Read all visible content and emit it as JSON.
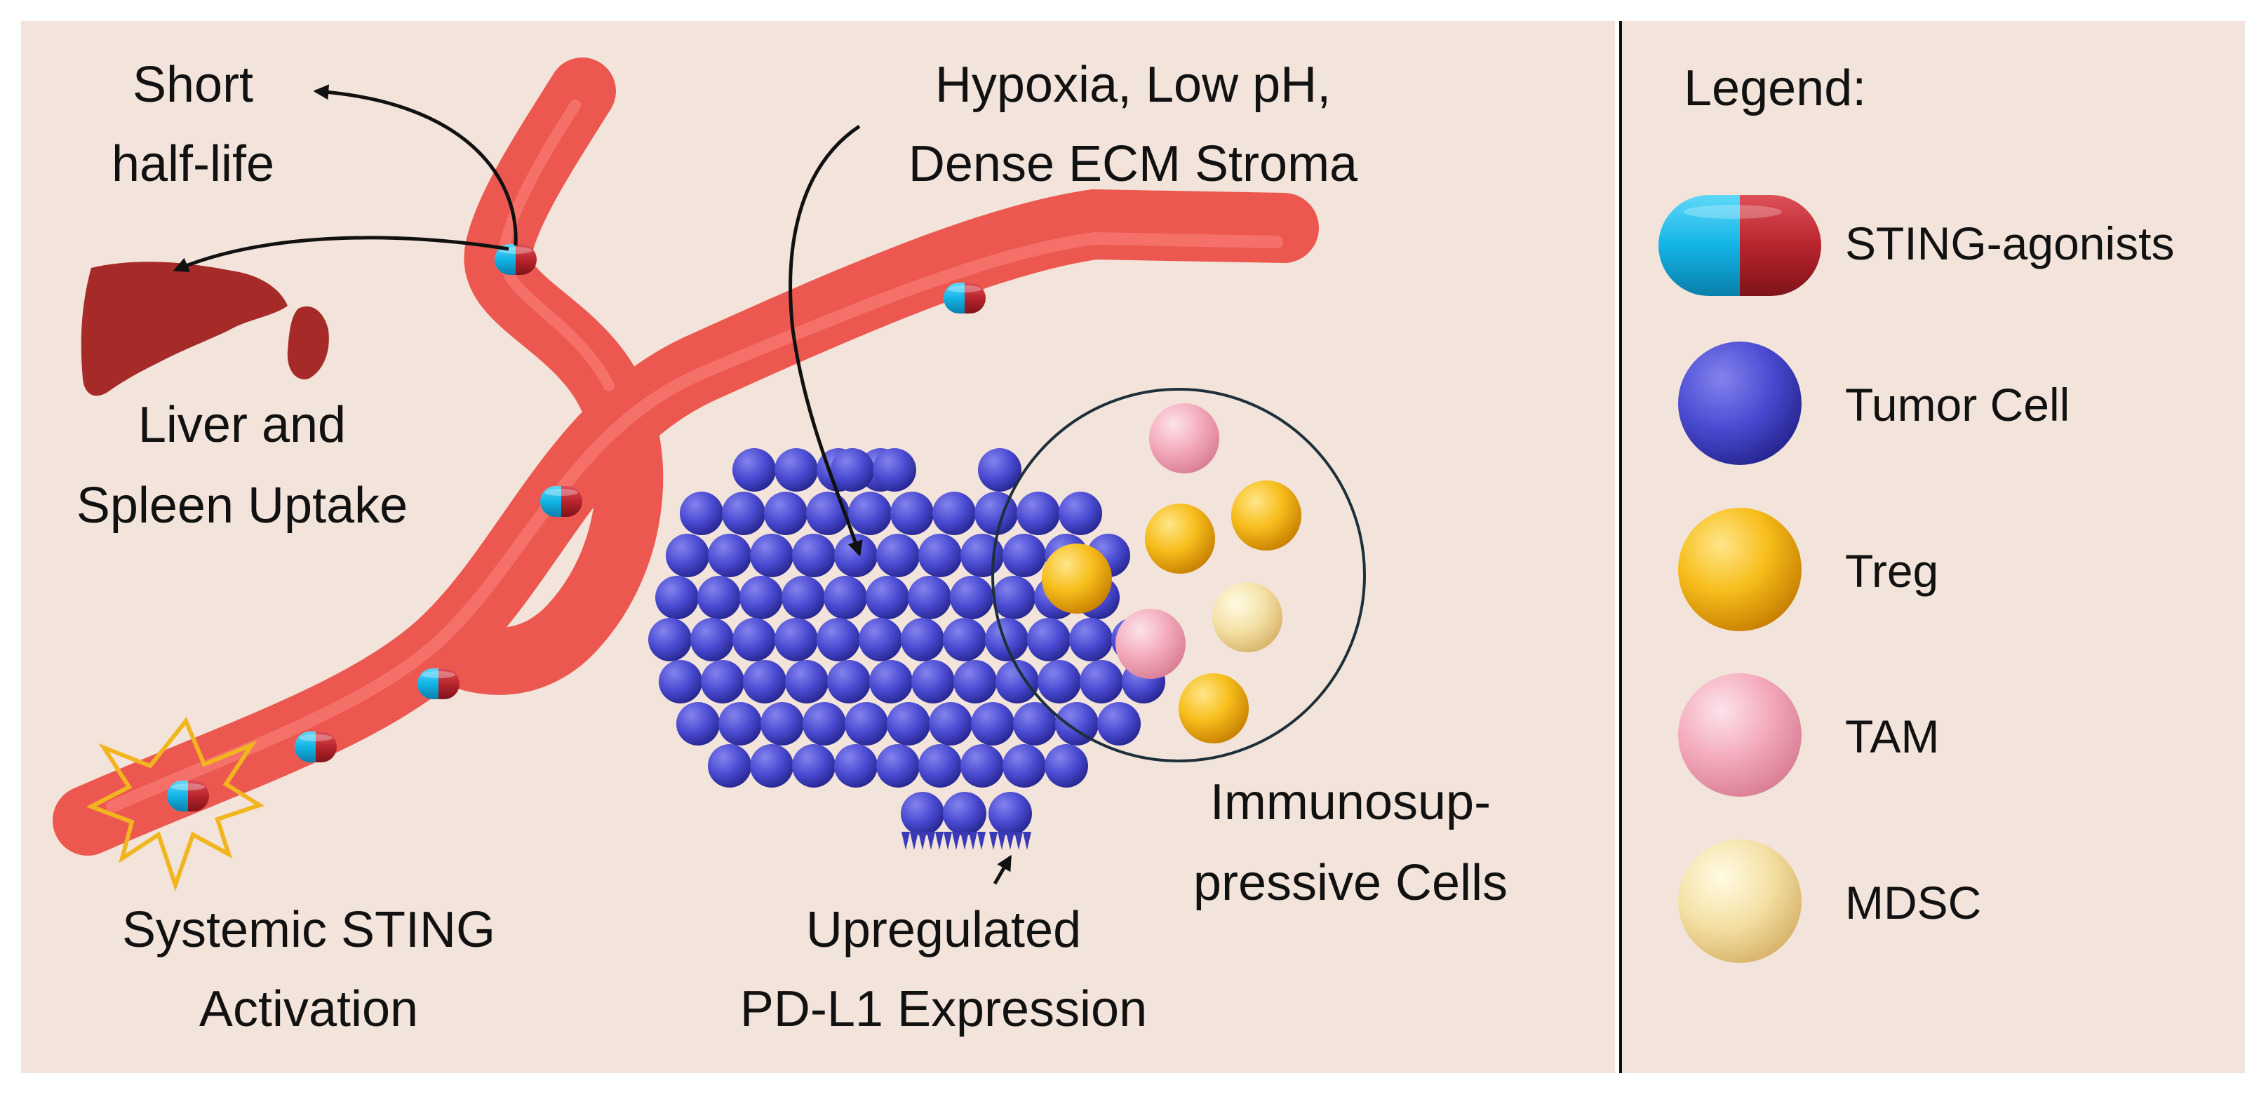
{
  "colors": {
    "background": "#f2e4da",
    "vessel": "#ec5850",
    "liver": "#a52a28",
    "tumor_cell": "#4646cc",
    "treg": "#f2b20e",
    "tam": "#f3a5b8",
    "mdsc": "#f1dc9c",
    "capsule_cyan": "#12b4e6",
    "capsule_red": "#b8242c",
    "burst": "#f2b51f"
  },
  "labels": {
    "short_half_life": [
      "Short",
      "half-life"
    ],
    "liver_spleen": [
      "Liver and",
      "Spleen Uptake"
    ],
    "hypoxia": [
      "Hypoxia, Low pH,",
      "Dense ECM Stroma"
    ],
    "immunosuppressive": [
      "Immunosup-",
      "pressive Cells"
    ],
    "systemic": [
      "Systemic STING",
      "Activation"
    ],
    "pdl1": [
      "Upregulated",
      "PD-L1 Expression"
    ]
  },
  "legend": {
    "title": "Legend:",
    "items": [
      {
        "label": "STING-agonists",
        "icon": "capsule-icon"
      },
      {
        "label": "Tumor Cell",
        "icon": "tumor-cell-icon"
      },
      {
        "label": "Treg",
        "icon": "treg-cell-icon"
      },
      {
        "label": "TAM",
        "icon": "tam-cell-icon"
      },
      {
        "label": "MDSC",
        "icon": "mdsc-cell-icon"
      }
    ]
  }
}
